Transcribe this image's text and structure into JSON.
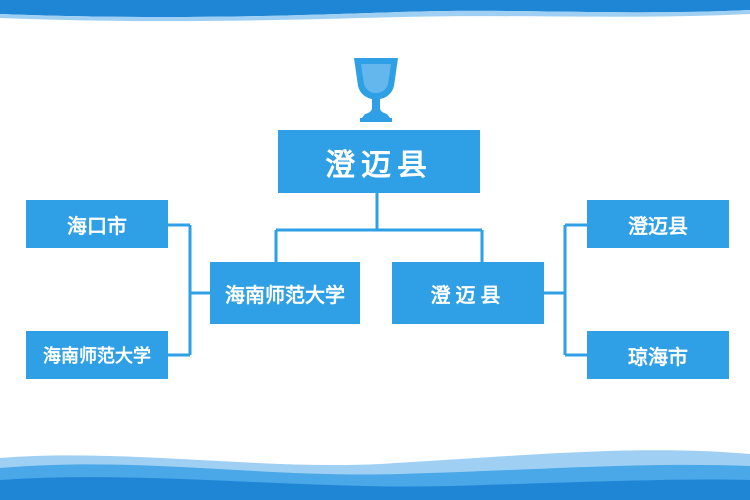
{
  "bracket": {
    "champion": "澄迈县",
    "semifinal_left": "海南师范大学",
    "semifinal_right": "澄迈县",
    "quarter_left_top": "海口市",
    "quarter_left_bottom": "海南师范大学",
    "quarter_right_top": "澄迈县",
    "quarter_right_bottom": "琼海市"
  },
  "colors": {
    "box": "#2f9fe6",
    "line": "#2f9fe6",
    "text": "#ffffff",
    "wave_dark": "#1f86d6",
    "wave_light": "#9fd0f3"
  },
  "icons": [
    "trophy-icon"
  ]
}
